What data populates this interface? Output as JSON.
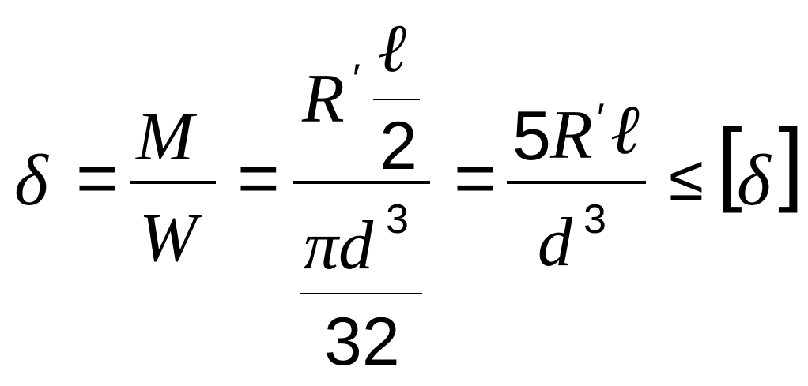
{
  "formula": {
    "lhs": "δ",
    "eq1": "=",
    "frac1": {
      "num": "M",
      "den": "W"
    },
    "eq2": "=",
    "frac2": {
      "num_main": "R",
      "num_prime": "′",
      "num_sub_num": "ℓ",
      "num_sub_den": "2",
      "den_main": "πd",
      "den_exp": "3",
      "den_sub_den": "32"
    },
    "eq3": "=",
    "frac3": {
      "num_coef": "5",
      "num_R": "R",
      "num_prime": "′",
      "num_l": "ℓ",
      "den_main": "d",
      "den_exp": "3"
    },
    "le": "≤",
    "lbracket": "[",
    "bracket_sym": "δ",
    "rbracket": "]"
  }
}
